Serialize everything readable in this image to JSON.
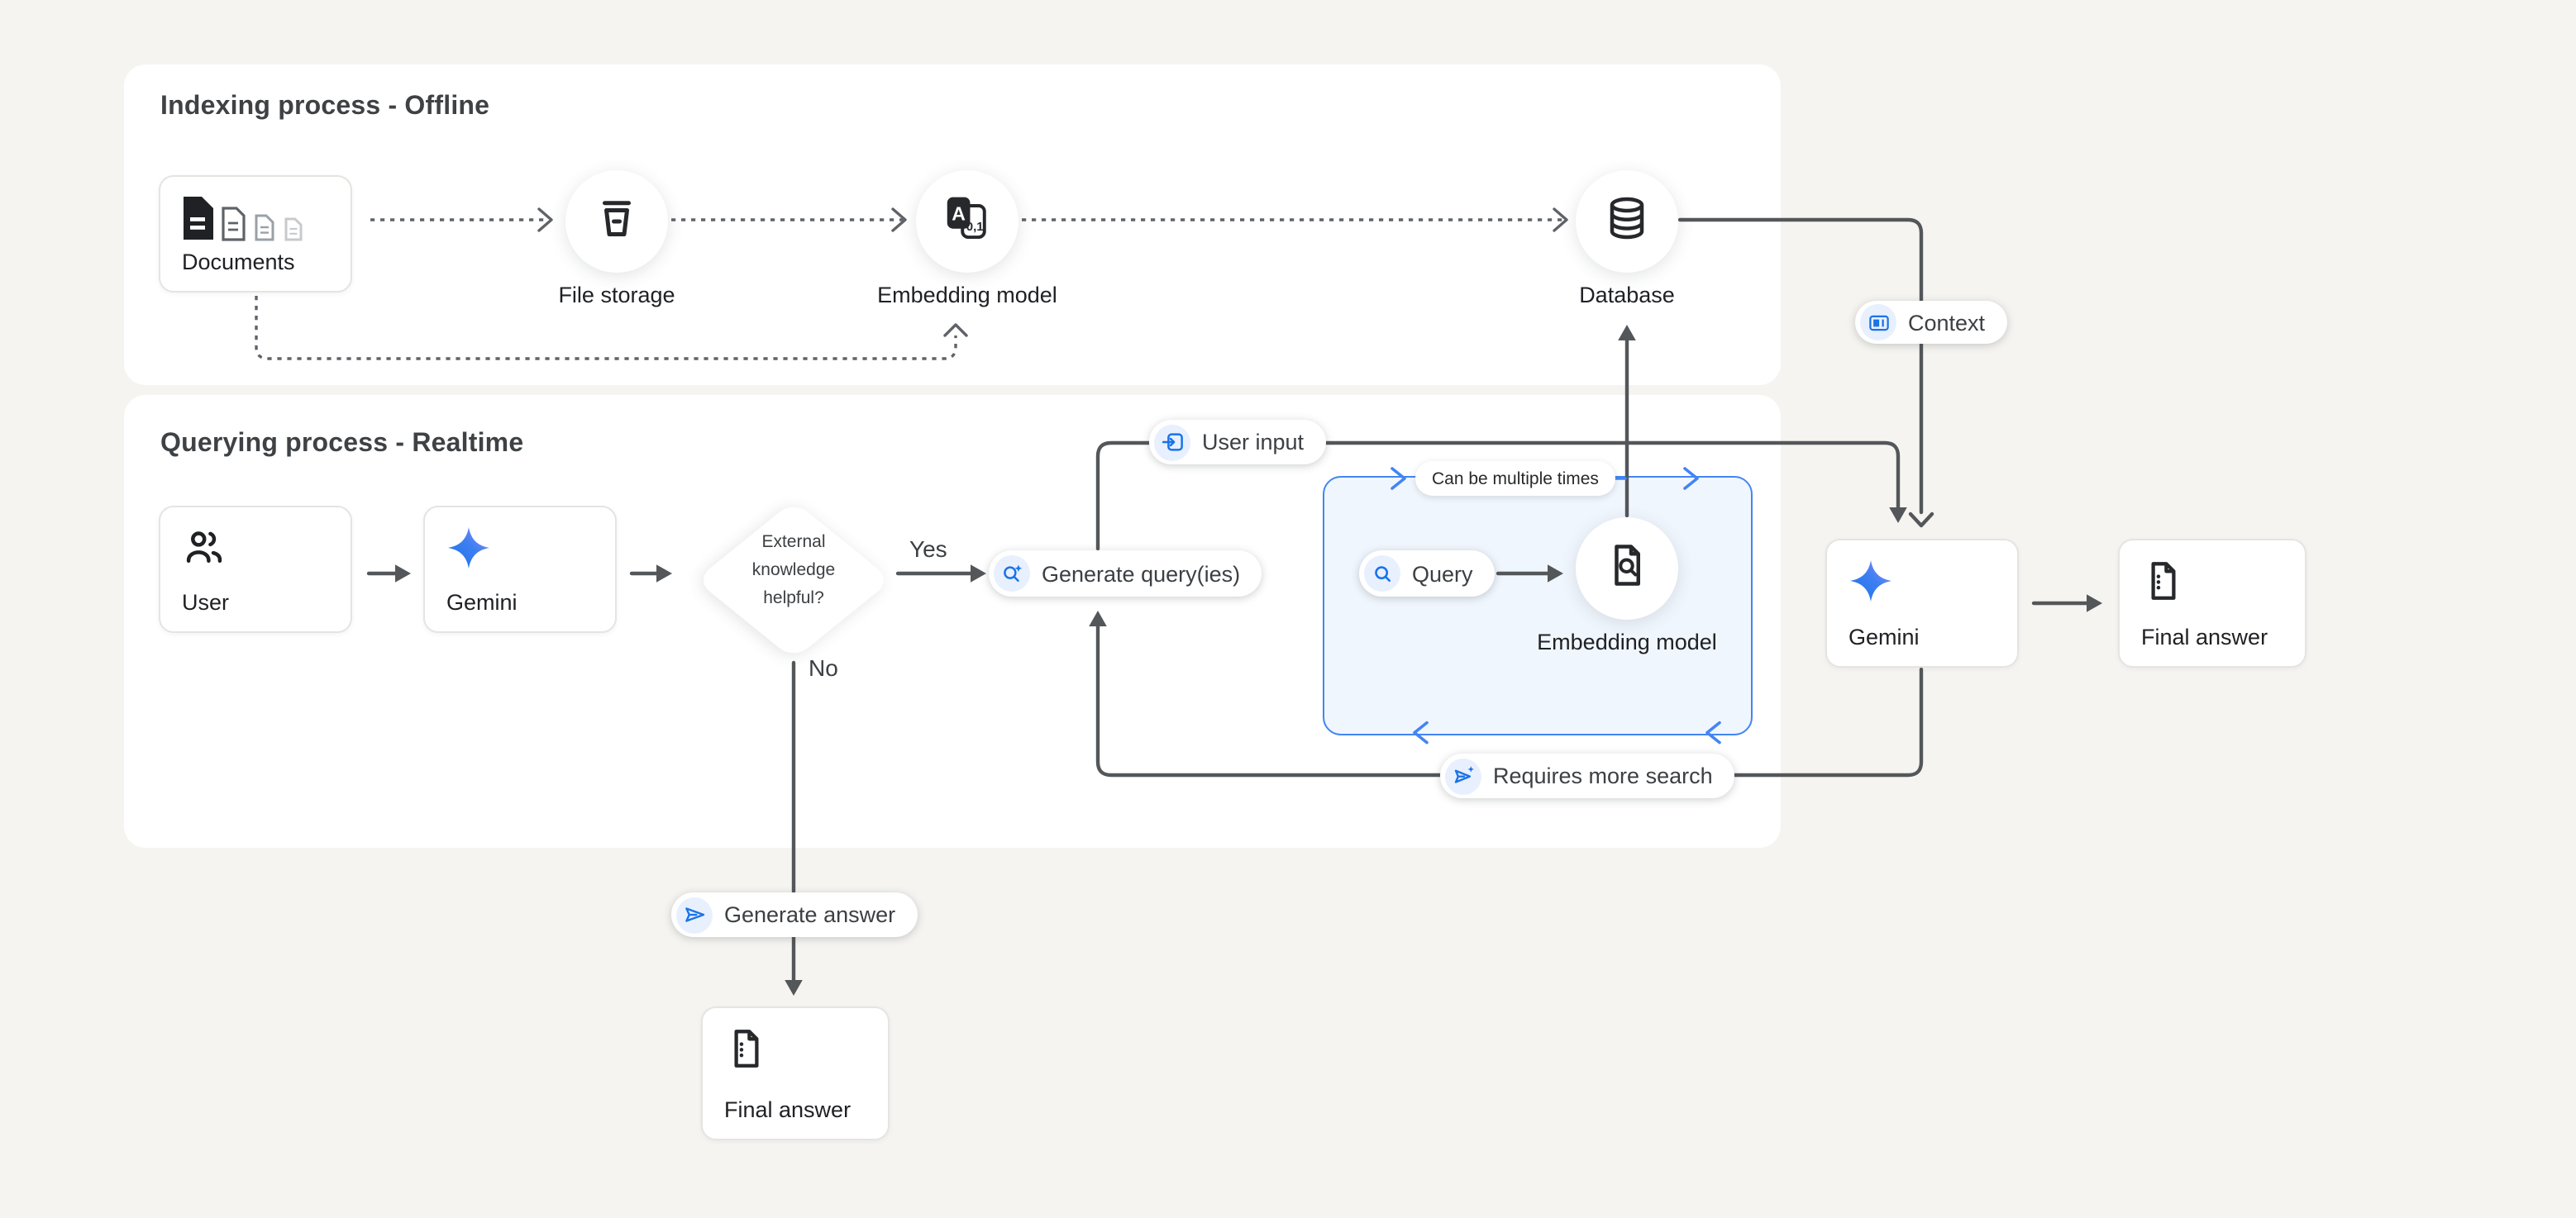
{
  "colors": {
    "page_bg": "#f5f4f1",
    "panel_bg": "#ffffff",
    "accent_blue": "#4285f4",
    "icon_blue": "#1a73e8",
    "chip_bg": "#e8f0fe",
    "line_dark": "#54575a",
    "dash_gray": "#5f6368",
    "blue_panel_bg": "#f0f6fd"
  },
  "indexing": {
    "title": "Indexing process - Offline",
    "nodes": {
      "documents": "Documents",
      "file_storage": "File storage",
      "embedding_model": "Embedding model",
      "database": "Database"
    }
  },
  "querying": {
    "title": "Querying process - Realtime",
    "nodes": {
      "user": "User",
      "gemini": "Gemini",
      "embedding_model": "Embedding model",
      "gemini2": "Gemini",
      "final_answer": "Final answer",
      "final_answer2": "Final answer"
    },
    "decision": {
      "line1": "External",
      "line2": "knowledge",
      "line3": "helpful?",
      "yes": "Yes",
      "no": "No"
    }
  },
  "pills": {
    "generate_queries": "Generate query(ies)",
    "query": "Query",
    "user_input": "User input",
    "context": "Context",
    "can_be_multiple": "Can be multiple times",
    "requires_more_search": "Requires more search",
    "generate_answer": "Generate answer"
  },
  "icons": {
    "embedding_letter": "A",
    "embedding_digits": "0,1"
  }
}
